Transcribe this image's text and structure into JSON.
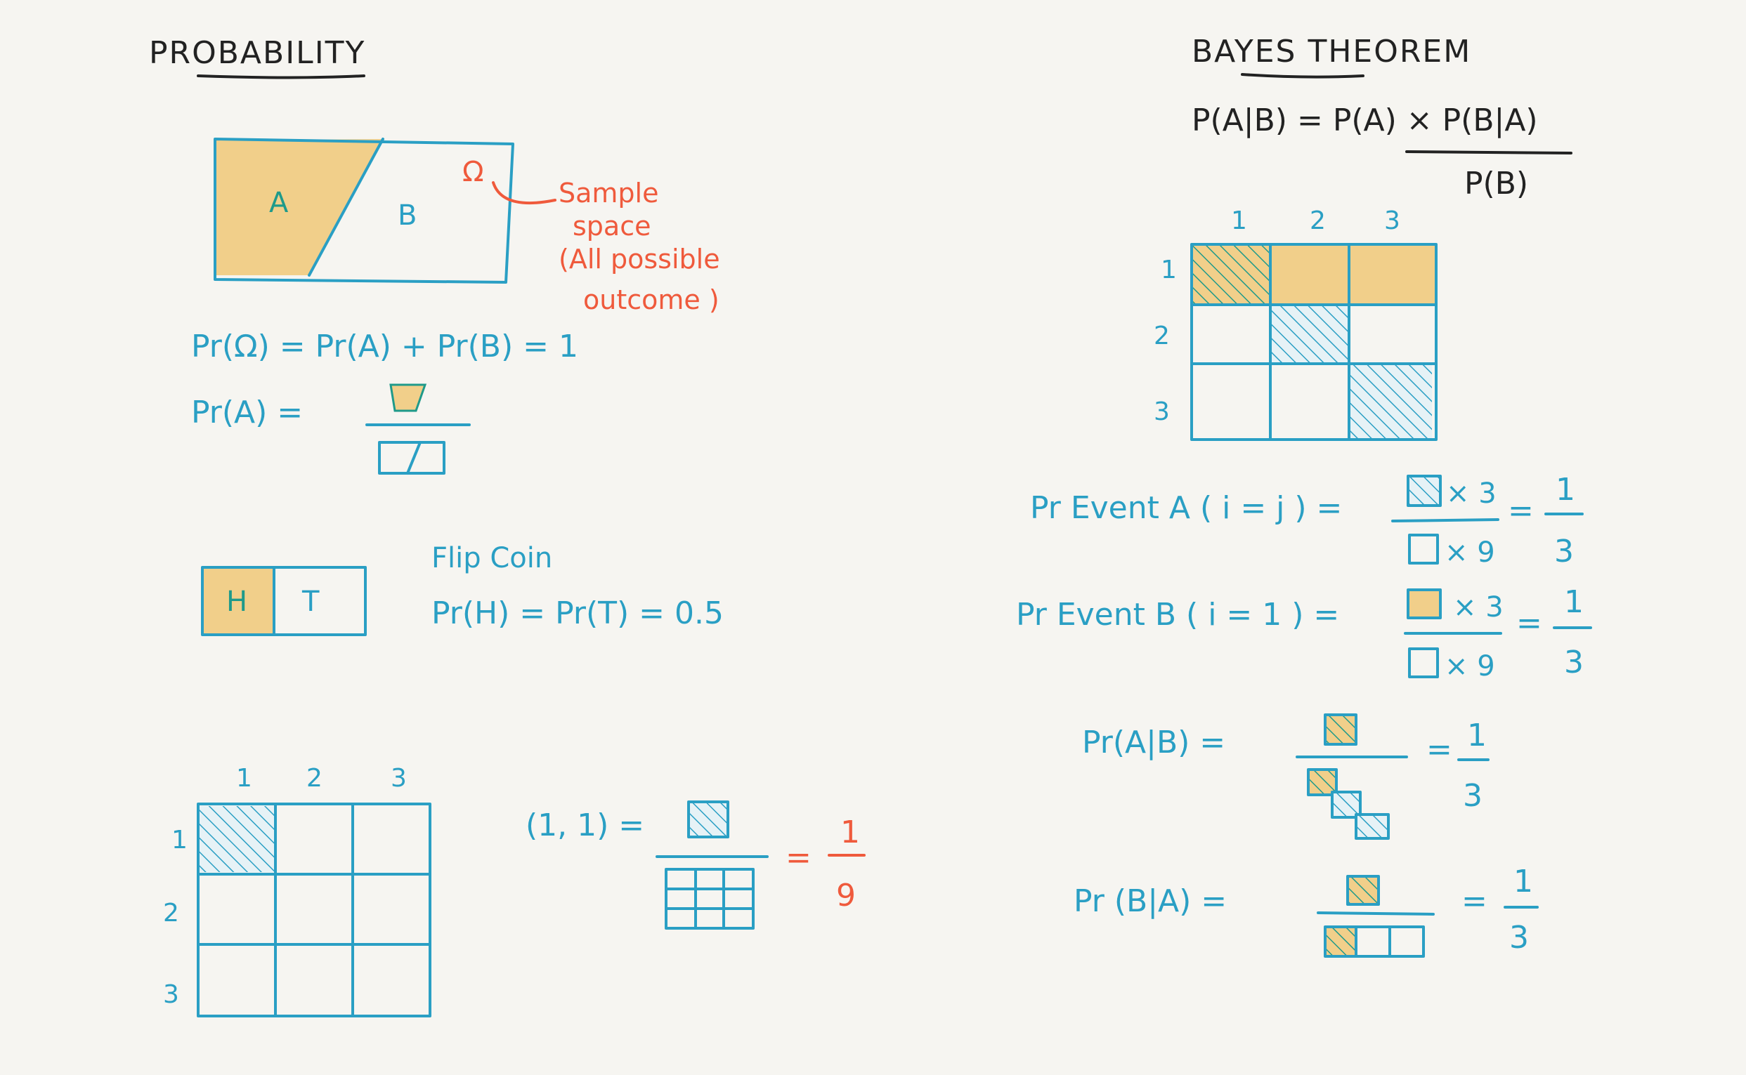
{
  "left": {
    "title": "PROBABILITY",
    "venn": {
      "a": "A",
      "b": "B",
      "omega": "Ω",
      "note_lines": [
        "Sample",
        "space",
        "(All possible",
        "outcome )"
      ]
    },
    "eq_total": "Pr(Ω) = Pr(A) + Pr(B) = 1",
    "eq_a_left": "Pr(A) =",
    "coin": {
      "h": "H",
      "t": "T",
      "title": "Flip Coin",
      "eq": "Pr(H) = Pr(T) = 0.5"
    },
    "grid": {
      "cols": [
        "1",
        "2",
        "3"
      ],
      "rows": [
        "1",
        "2",
        "3"
      ]
    },
    "pair_eq": {
      "left": "(1, 1) =",
      "equals": "=",
      "num": "1",
      "den": "9"
    }
  },
  "right": {
    "title": "BAYES THEOREM",
    "bayes_num": "P(A|B) = P(A) × P(B|A)",
    "bayes_den": "P(B)",
    "grid": {
      "cols": [
        "1",
        "2",
        "3"
      ],
      "rows": [
        "1",
        "2",
        "3"
      ]
    },
    "event_a": {
      "label": "Pr Event A  ( i = j )  =",
      "num_mult": "× 3",
      "den_mult": "× 9",
      "equals": "=",
      "num": "1",
      "den": "3"
    },
    "event_b": {
      "label": "Pr Event B ( i = 1 )  =",
      "num_mult": "× 3",
      "den_mult": "× 9",
      "equals": "=",
      "num": "1",
      "den": "3"
    },
    "a_given_b": {
      "label": "Pr(A|B) =",
      "equals": "=",
      "num": "1",
      "den": "3"
    },
    "b_given_a": {
      "label": "Pr (B|A) =",
      "equals": "=",
      "num": "1",
      "den": "3"
    }
  },
  "colors": {
    "blue": "#2a9fc4",
    "orange": "#ef5a3c",
    "yellow": "#f1cf8a",
    "green": "#1f9a8a",
    "ink": "#222222",
    "paper": "#f6f5f1"
  }
}
